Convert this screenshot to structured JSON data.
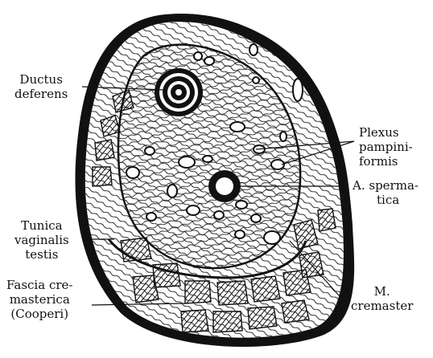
{
  "figure": {
    "labels": {
      "ductus_deferens": [
        "Ductus",
        "deferens"
      ],
      "plexus_pampiniformis": [
        "Plexus",
        "pampini-",
        "formis"
      ],
      "a_spermatica": [
        "A. sperma-",
        "tica"
      ],
      "tunica_vaginalis_testis": [
        "Tunica",
        "vaginalis",
        "testis"
      ],
      "fascia_cremasterica": [
        "Fascia cre-",
        "masterica",
        "(Cooperi)"
      ],
      "m_cremaster": [
        "M.",
        "cremaster"
      ]
    },
    "colors": {
      "ink": "#111111",
      "paper": "#ffffff",
      "tissue": "#f4f4f0"
    }
  }
}
